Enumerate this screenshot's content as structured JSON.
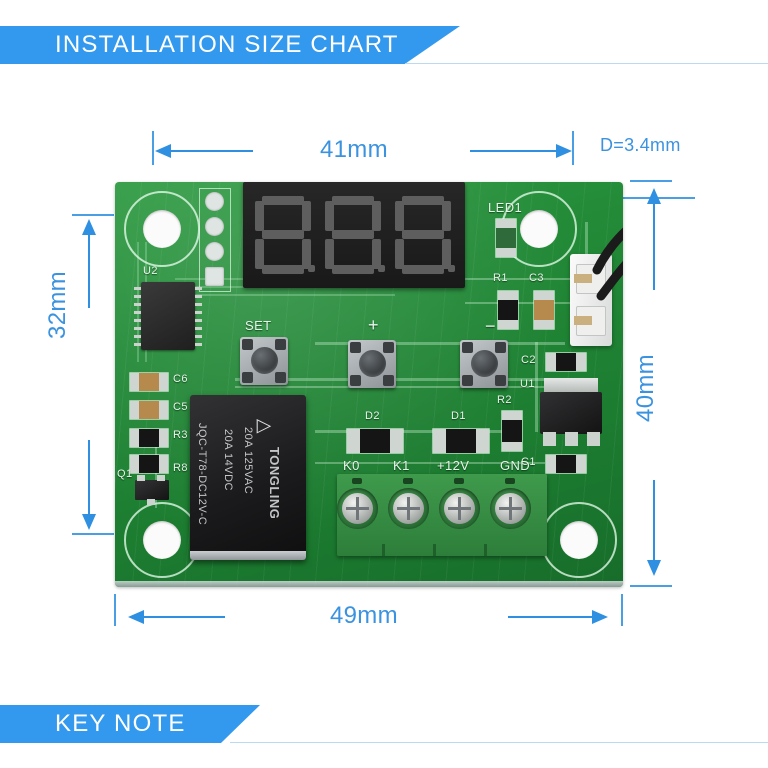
{
  "banners": {
    "top": {
      "title": "INSTALLATION SIZE CHART"
    },
    "bottom": {
      "title": "KEY NOTE"
    }
  },
  "dimensions": {
    "top": "41mm",
    "bottom": "49mm",
    "left": "32mm",
    "right": "40mm",
    "hole": "D=3.4mm"
  },
  "colors": {
    "accent_blue": "#3399ee",
    "dimension_blue": "#3b93e0",
    "pcb_green": "#238b38",
    "silkscreen_white": "#e8f6ea"
  },
  "board": {
    "silkscreen": {
      "u2": "U2",
      "led1": "LED1",
      "r1": "R1",
      "c3": "C3",
      "c6": "C6",
      "c5": "C5",
      "r3": "R3",
      "r8": "R8",
      "q1": "Q1",
      "c2": "C2",
      "u1": "U1",
      "r2": "R2",
      "c1": "C1",
      "d1": "D1",
      "d2": "D2"
    },
    "buttons": [
      {
        "label": "SET",
        "name": "set-button"
      },
      {
        "label": "+",
        "name": "plus-button"
      },
      {
        "label": "−",
        "name": "minus-button"
      }
    ],
    "terminals": [
      {
        "label": "K0"
      },
      {
        "label": "K1"
      },
      {
        "label": "+12V"
      },
      {
        "label": "GND"
      }
    ],
    "relay": {
      "brand": "TONGLING",
      "rating_ac": "20A 125VAC",
      "rating_dc": "20A 14VDC",
      "part": "JQC-T78-DC12V-C"
    },
    "display": {
      "digits": [
        "8.",
        "8.",
        "8."
      ]
    }
  }
}
